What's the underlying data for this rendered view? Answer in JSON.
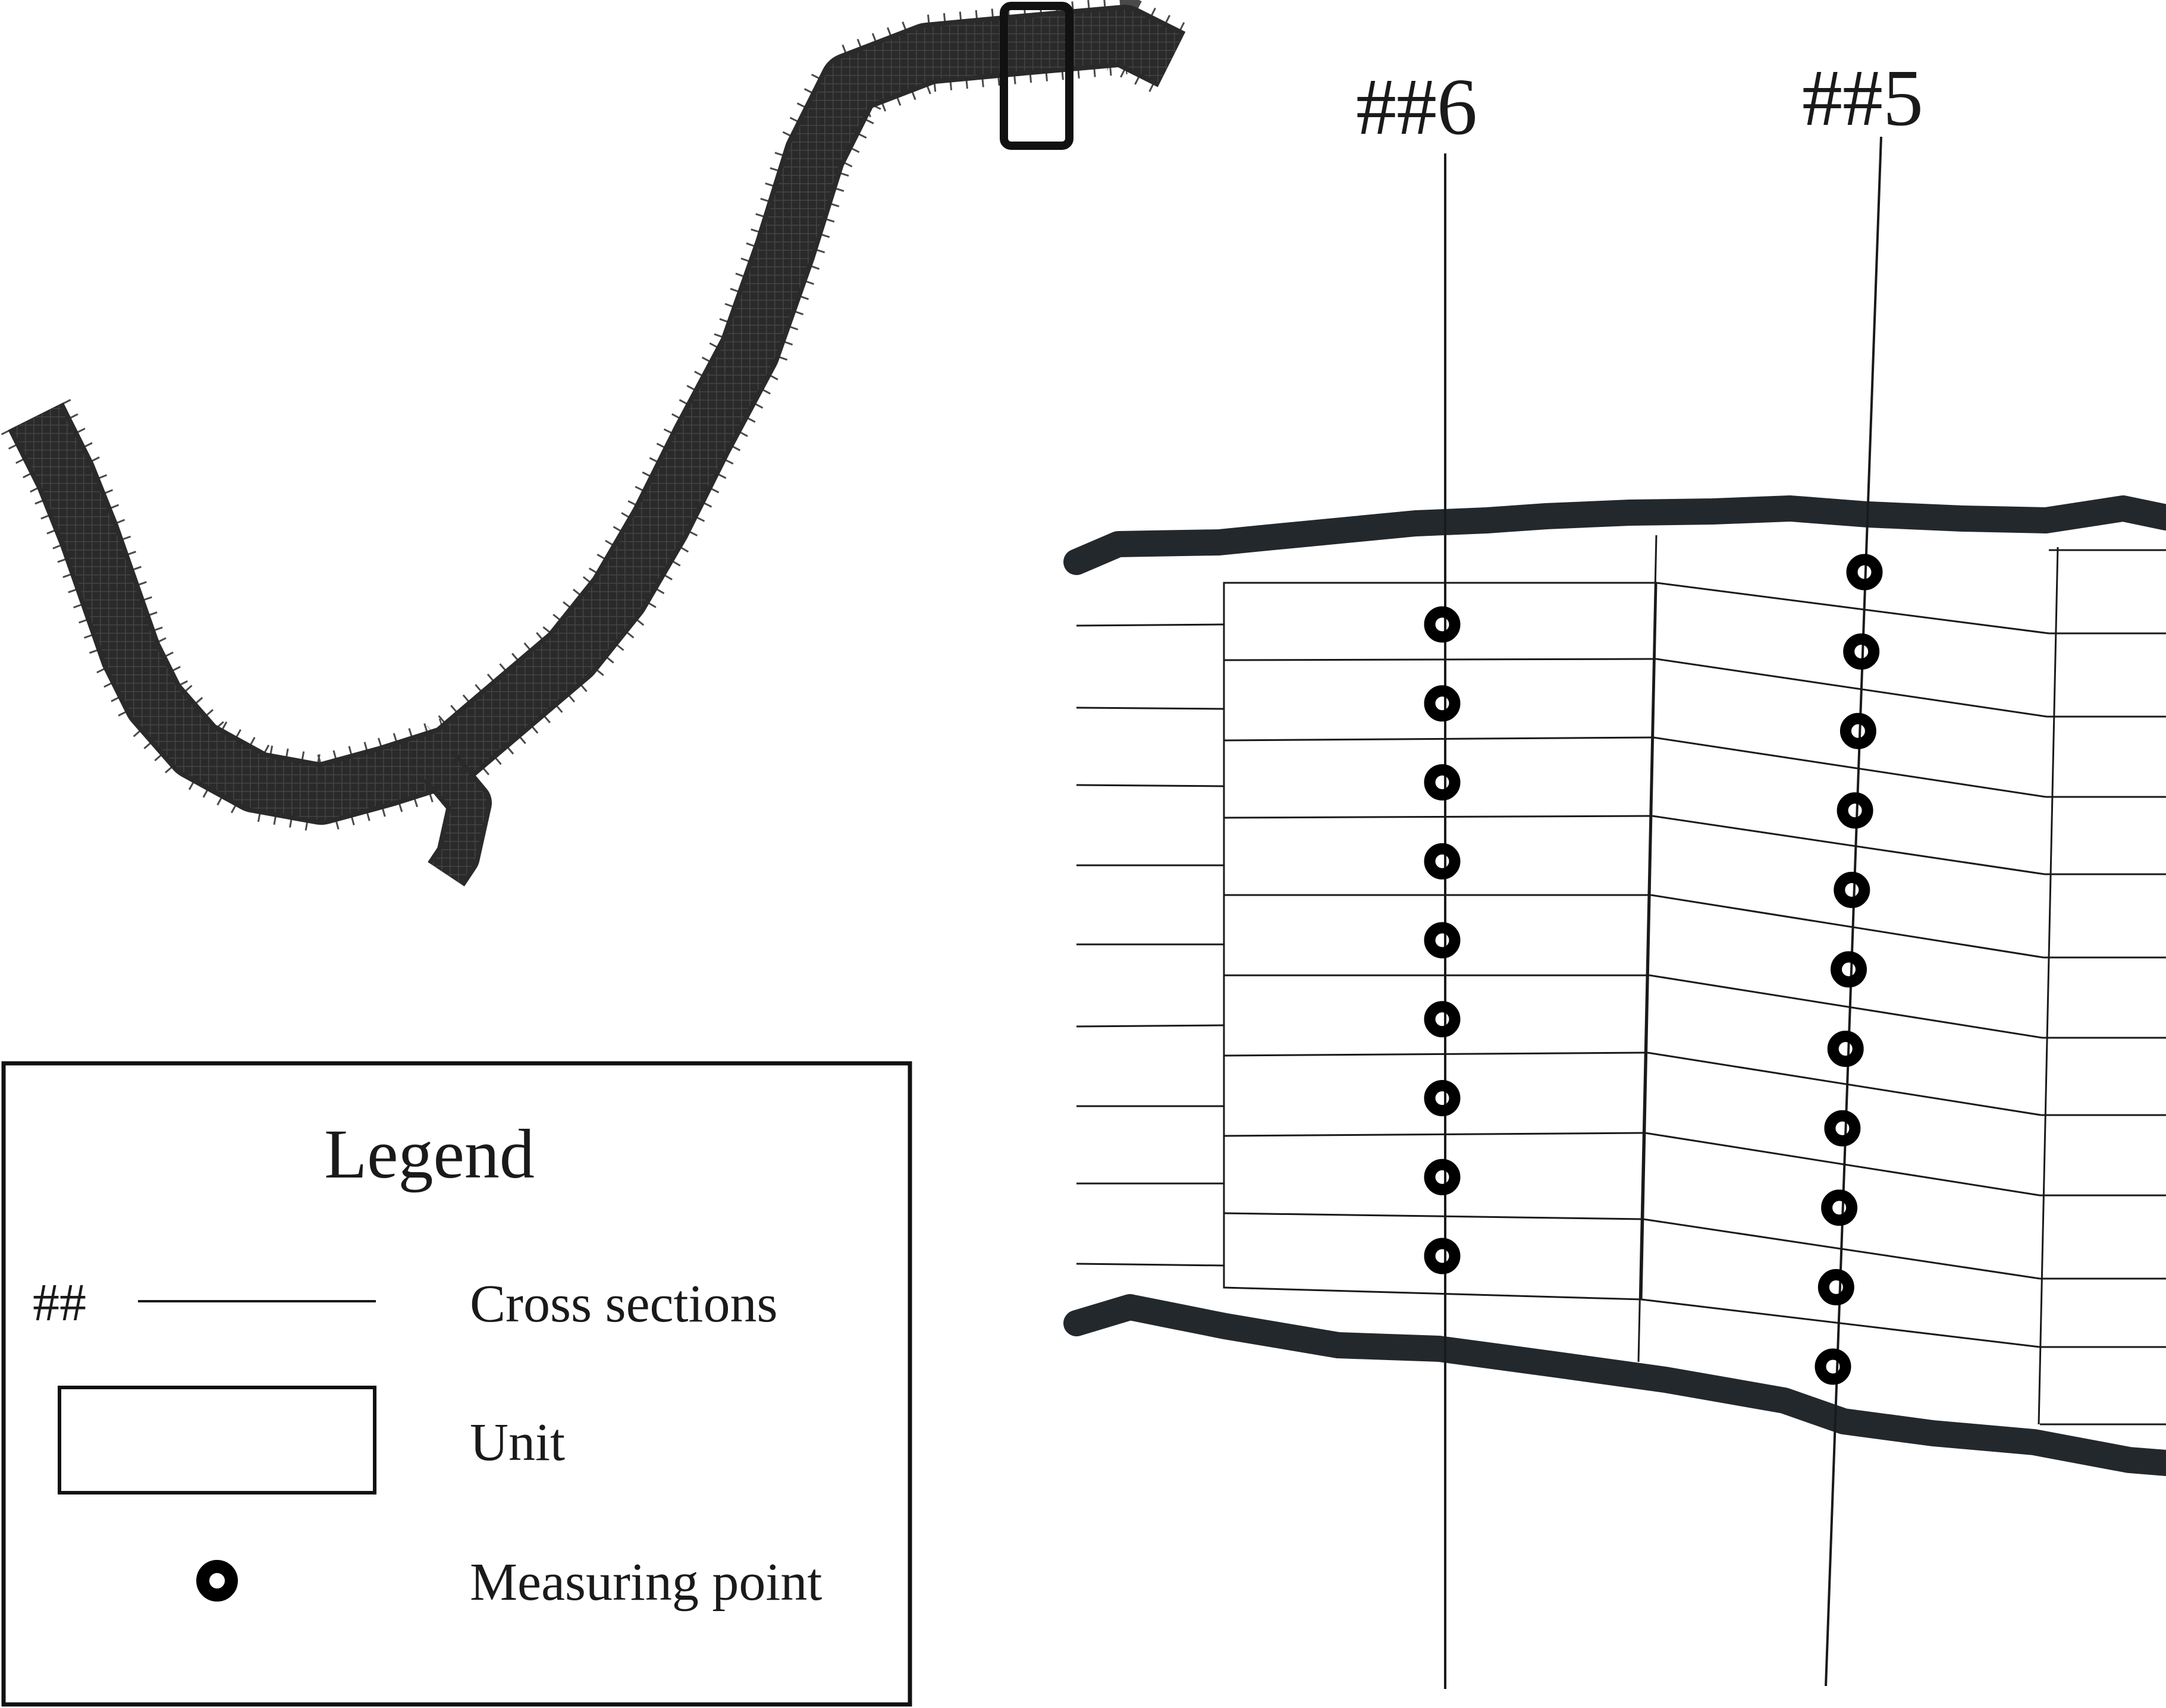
{
  "colors": {
    "bank": "#23282d",
    "line": "#1a1a1a",
    "text": "#1a1a1a",
    "background": "#ffffff"
  },
  "sections": {
    "s6": "##6",
    "s5": "##5"
  },
  "measuring_points": {
    "section_6_count": 9,
    "section_5_count": 11
  },
  "legend": {
    "title": "Legend",
    "cross_section_symbol": "##",
    "cross_section_label": "Cross sections",
    "unit_label": "Unit",
    "measuring_point_label": "Measuring point",
    "icons": {
      "cross_section": "cross-section-line-icon",
      "unit": "unit-rectangle-icon",
      "measuring_point": "measuring-point-icon"
    }
  }
}
